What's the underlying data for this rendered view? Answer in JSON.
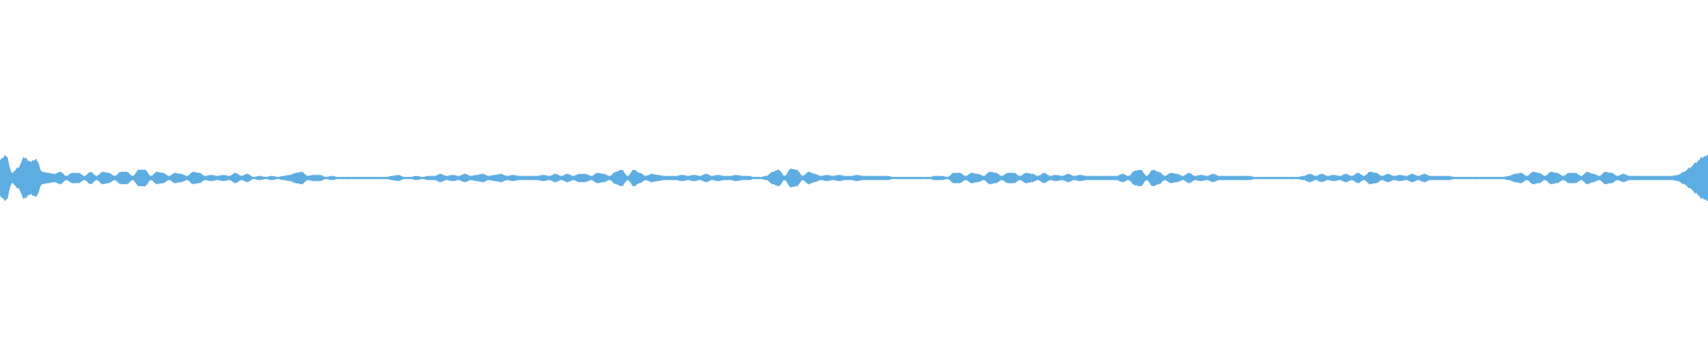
{
  "waveform": {
    "color": "#5DADE2",
    "background": "#FFFFFF",
    "envelope": [
      0.18,
      0.22,
      0.05,
      0.1,
      0.2,
      0.16,
      0.18,
      0.06,
      0.05,
      0.04,
      0.06,
      0.02,
      0.05,
      0.05,
      0.02,
      0.06,
      0.02,
      0.06,
      0.05,
      0.02,
      0.06,
      0.06,
      0.02,
      0.08,
      0.08,
      0.02,
      0.06,
      0.05,
      0.02,
      0.05,
      0.04,
      0.02,
      0.06,
      0.05,
      0.02,
      0.03,
      0.02,
      0.03,
      0.02,
      0.05,
      0.02,
      0.04,
      0.01,
      0.02,
      0.01,
      0.02,
      0.01,
      0.02,
      0.03,
      0.05,
      0.06,
      0.02,
      0.03,
      0.03,
      0.01,
      0.02,
      0.01,
      0.01,
      0.01,
      0.01,
      0.01,
      0.01,
      0.01,
      0.01,
      0.01,
      0.02,
      0.03,
      0.01,
      0.01,
      0.02,
      0.01,
      0.02,
      0.02,
      0.04,
      0.02,
      0.03,
      0.02,
      0.04,
      0.02,
      0.03,
      0.04,
      0.02,
      0.03,
      0.04,
      0.02,
      0.03,
      0.02,
      0.02,
      0.02,
      0.02,
      0.03,
      0.02,
      0.04,
      0.02,
      0.04,
      0.02,
      0.04,
      0.04,
      0.02,
      0.05,
      0.04,
      0.02,
      0.06,
      0.08,
      0.02,
      0.08,
      0.05,
      0.02,
      0.04,
      0.03,
      0.02,
      0.02,
      0.02,
      0.03,
      0.02,
      0.03,
      0.02,
      0.04,
      0.02,
      0.03,
      0.02,
      0.02,
      0.03,
      0.02,
      0.02,
      0.01,
      0.01,
      0.02,
      0.06,
      0.08,
      0.02,
      0.09,
      0.08,
      0.02,
      0.06,
      0.04,
      0.02,
      0.03,
      0.02,
      0.03,
      0.02,
      0.02,
      0.03,
      0.02,
      0.02,
      0.02,
      0.02,
      0.02,
      0.01,
      0.01,
      0.01,
      0.01,
      0.01,
      0.01,
      0.01,
      0.02,
      0.02,
      0.01,
      0.05,
      0.05,
      0.02,
      0.05,
      0.04,
      0.02,
      0.06,
      0.05,
      0.02,
      0.05,
      0.05,
      0.02,
      0.05,
      0.04,
      0.02,
      0.05,
      0.02,
      0.03,
      0.02,
      0.04,
      0.02,
      0.03,
      0.02,
      0.02,
      0.02,
      0.02,
      0.02,
      0.02,
      0.04,
      0.02,
      0.07,
      0.08,
      0.02,
      0.08,
      0.06,
      0.02,
      0.05,
      0.04,
      0.02,
      0.05,
      0.02,
      0.03,
      0.02,
      0.04,
      0.02,
      0.02,
      0.02,
      0.02,
      0.02,
      0.02,
      0.01,
      0.01,
      0.01,
      0.01,
      0.01,
      0.01,
      0.01,
      0.01,
      0.02,
      0.04,
      0.02,
      0.04,
      0.02,
      0.03,
      0.02,
      0.04,
      0.02,
      0.05,
      0.02,
      0.06,
      0.05,
      0.02,
      0.04,
      0.02,
      0.03,
      0.02,
      0.04,
      0.02,
      0.04,
      0.02,
      0.02,
      0.02,
      0.02,
      0.01,
      0.01,
      0.01,
      0.01,
      0.01,
      0.01,
      0.01,
      0.01,
      0.01,
      0.02,
      0.04,
      0.05,
      0.02,
      0.06,
      0.05,
      0.02,
      0.06,
      0.05,
      0.02,
      0.05,
      0.05,
      0.02,
      0.06,
      0.04,
      0.02,
      0.06,
      0.05,
      0.02,
      0.04,
      0.02,
      0.02,
      0.02,
      0.02,
      0.02,
      0.02,
      0.02,
      0.02,
      0.03,
      0.06,
      0.1,
      0.15,
      0.2,
      0.22
    ]
  }
}
